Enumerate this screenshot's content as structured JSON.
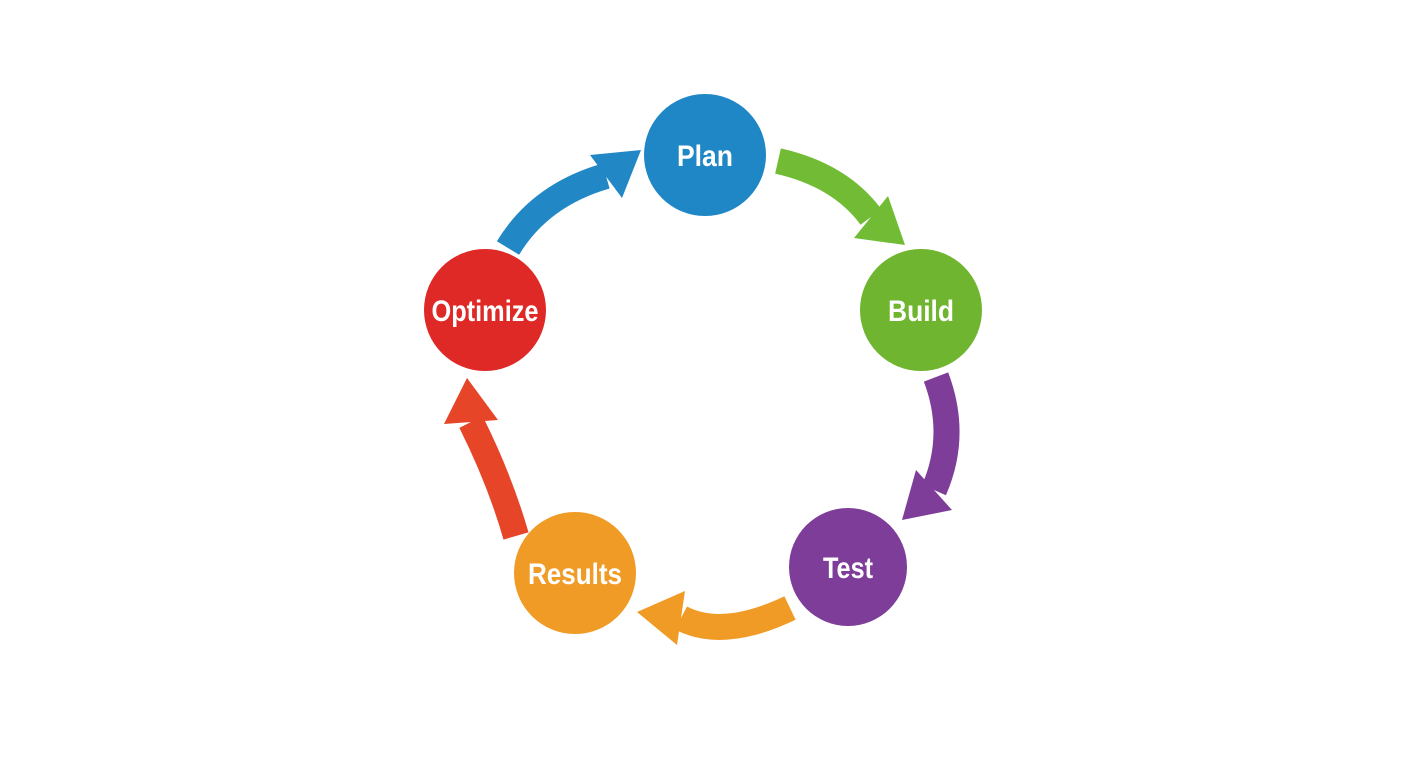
{
  "diagram": {
    "type": "cycle",
    "background": "#ffffff",
    "text_color": "#ffffff",
    "nodes": [
      {
        "label": "Plan",
        "color": "#1f87c6"
      },
      {
        "label": "Build",
        "color": "#6fb52f"
      },
      {
        "label": "Test",
        "color": "#7d3d99"
      },
      {
        "label": "Results",
        "color": "#f09b26"
      },
      {
        "label": "Optimize",
        "color": "#de2927"
      }
    ],
    "arrows": [
      {
        "from": "Plan",
        "to": "Build",
        "color": "#72bc35"
      },
      {
        "from": "Build",
        "to": "Test",
        "color": "#7d3d99"
      },
      {
        "from": "Test",
        "to": "Results",
        "color": "#f09b26"
      },
      {
        "from": "Results",
        "to": "Optimize",
        "color": "#e64527"
      },
      {
        "from": "Optimize",
        "to": "Plan",
        "color": "#2187c5"
      }
    ]
  }
}
